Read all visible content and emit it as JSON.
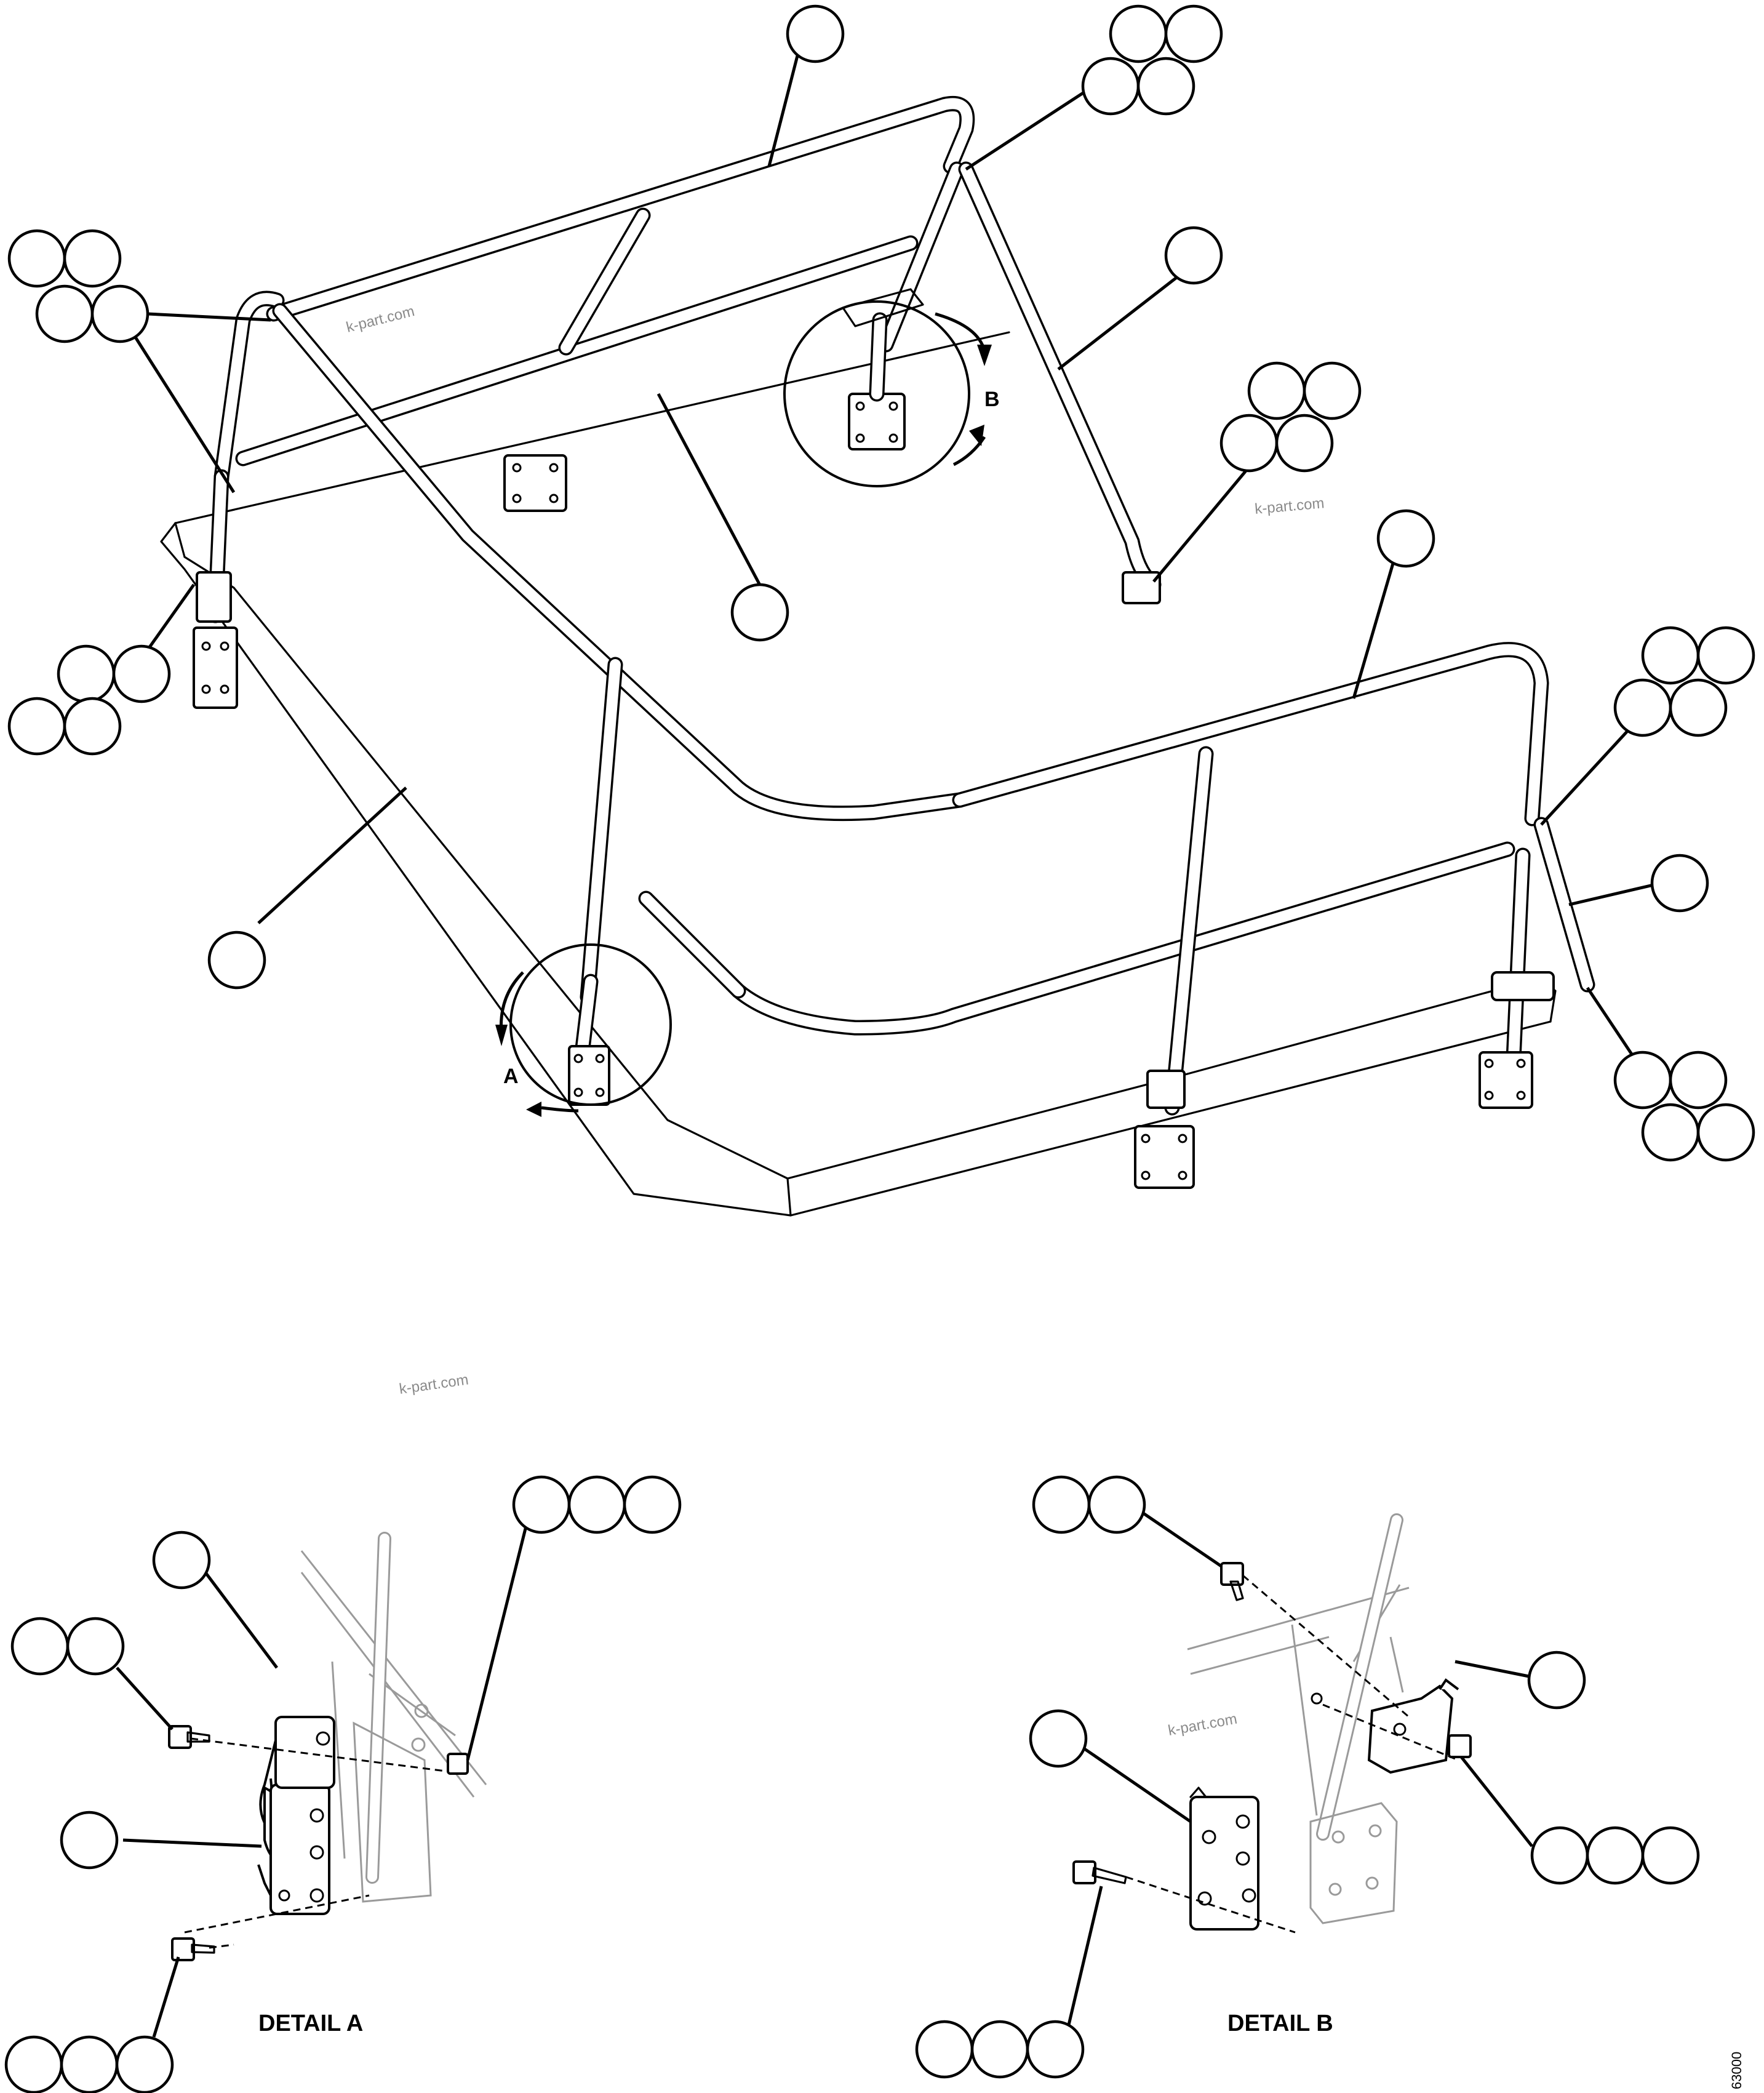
{
  "callout_labels": {
    "detail_a_marker": "A",
    "detail_b_marker": "B"
  },
  "captions": {
    "detail_a": "DETAIL A",
    "detail_b": "DETAIL B"
  },
  "watermarks": [
    "k-part.com",
    "k-part.com",
    "k-part.com",
    "k-part.com"
  ],
  "drawing_number": "63000",
  "colors": {
    "line": "#000000",
    "background": "#ffffff",
    "watermark": "#8a8a8a"
  }
}
